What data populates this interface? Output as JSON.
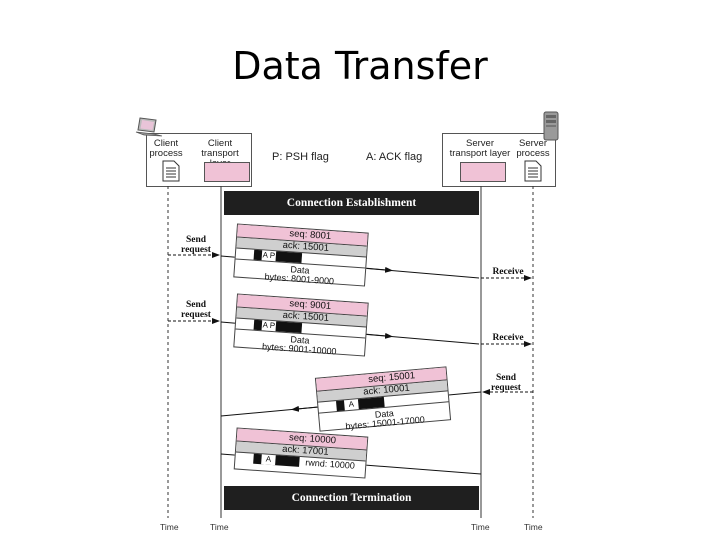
{
  "title": "Data Transfer",
  "header": {
    "client_process": "Client process",
    "client_transport": "Client transport layer",
    "psh_flag": "P: PSH flag",
    "ack_flag": "A: ACK flag",
    "server_transport": "Server transport layer",
    "server_process": "Server process"
  },
  "bands": {
    "establishment": "Connection Establishment",
    "termination": "Connection Termination"
  },
  "segments": [
    {
      "seq": "seq: 8001",
      "ack": "ack: 15001",
      "flags": "A P",
      "data": "Data",
      "bytes": "bytes: 8001-9000"
    },
    {
      "seq": "seq: 9001",
      "ack": "ack: 15001",
      "flags": "A P",
      "data": "Data",
      "bytes": "bytes: 9001-10000"
    },
    {
      "seq": "seq: 15001",
      "ack": "ack: 10001",
      "flags": "A",
      "data": "Data",
      "bytes": "bytes: 15001-17000"
    },
    {
      "seq": "seq: 10000",
      "ack": "ack: 17001",
      "flags": "A",
      "data": "rwnd: 10000",
      "bytes": ""
    }
  ],
  "side_labels": {
    "send_request_1": "Send request",
    "send_request_2": "Send request",
    "receive_1": "Receive",
    "receive_2": "Receive",
    "send_request_3": "Send request"
  },
  "time_label": "Time",
  "colors": {
    "pink": "#f0c2d6",
    "dark": "#1f1f1f",
    "gray": "#cfcfcf"
  }
}
